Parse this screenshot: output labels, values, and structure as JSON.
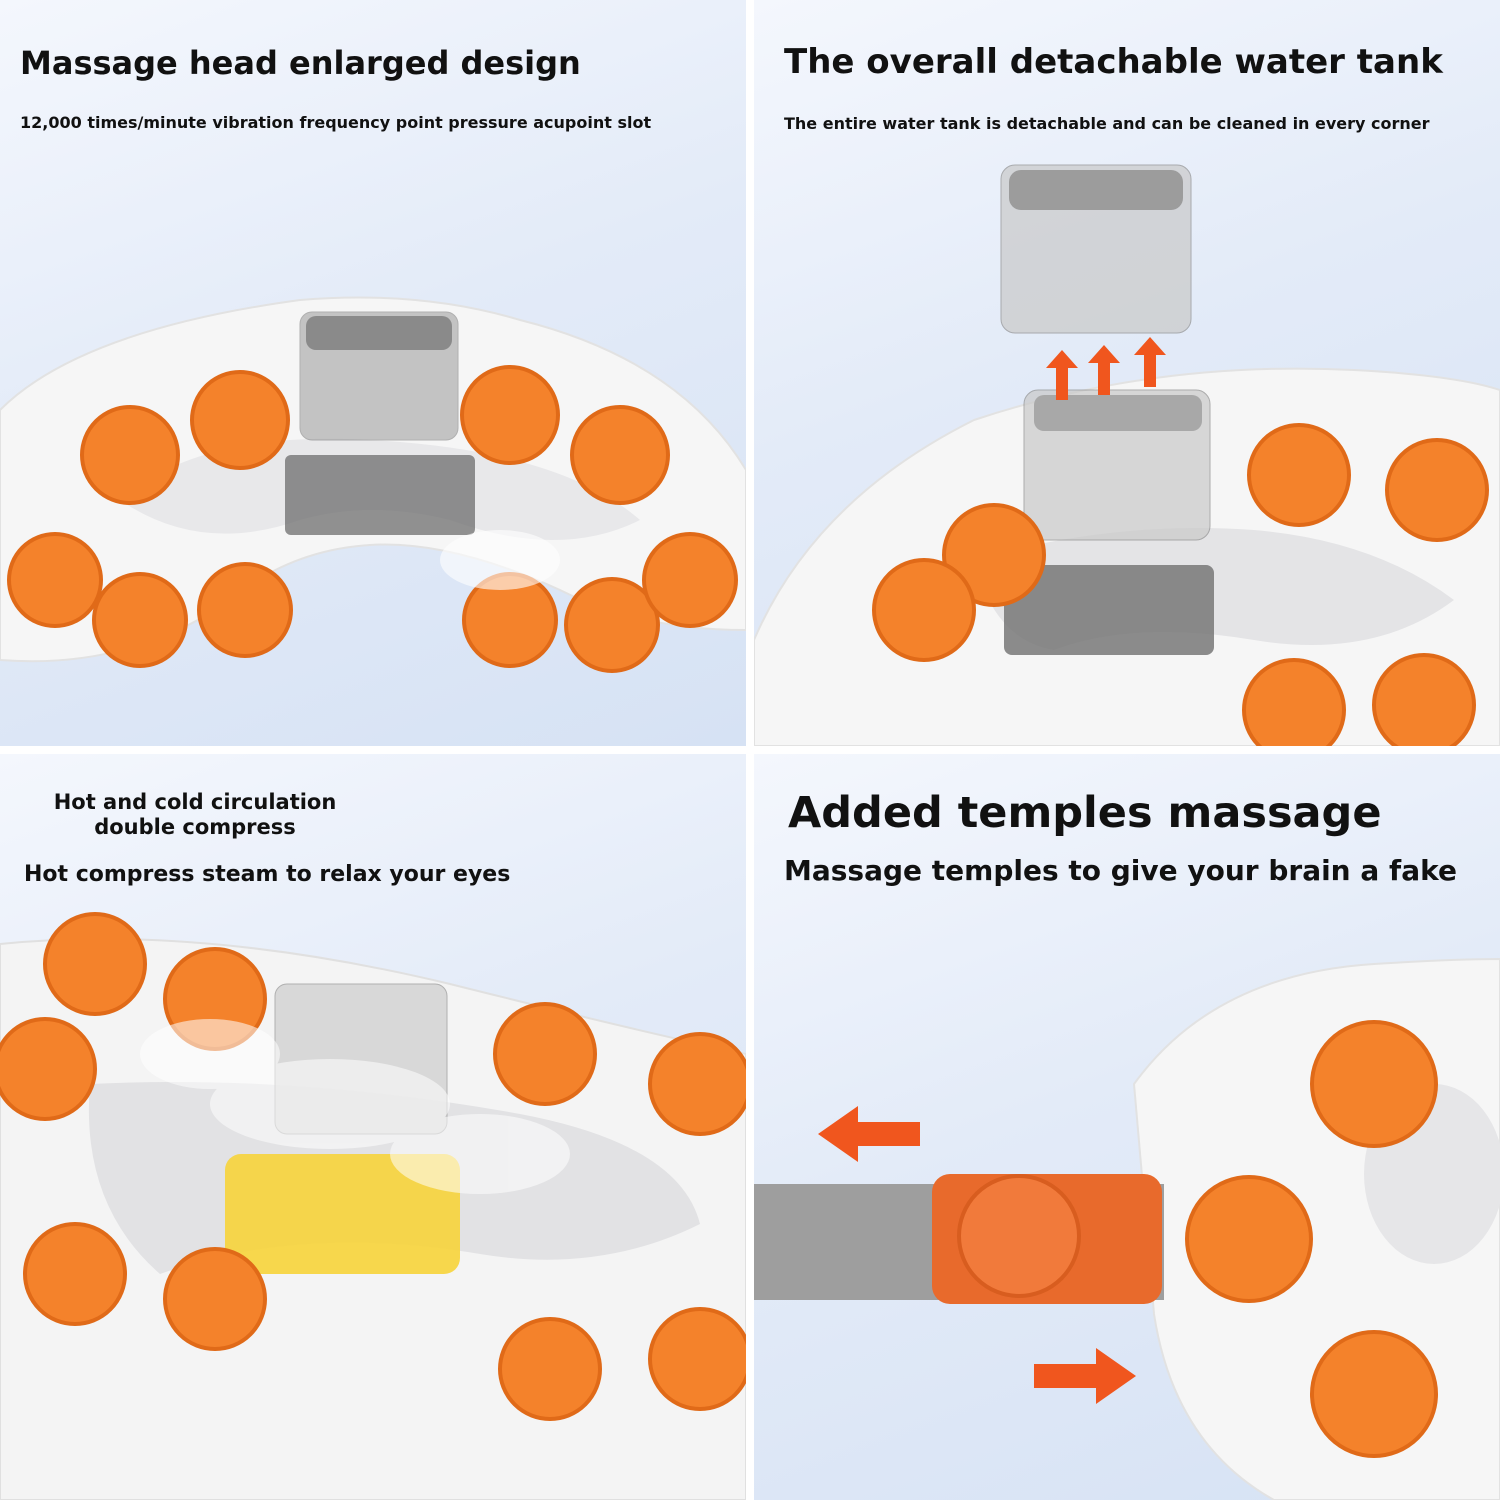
{
  "panels": {
    "p1": {
      "title": "Massage head enlarged design",
      "subtitle": "12,000 times/minute vibration frequency point pressure acupoint slot"
    },
    "p2": {
      "title": "The overall detachable water tank",
      "subtitle": "The entire water tank is detachable and can be cleaned in every corner"
    },
    "p3": {
      "title_line1": "Hot and cold circulation",
      "title_line2": "double compress",
      "subtitle": "Hot compress steam to relax your eyes"
    },
    "p4": {
      "title": "Added temples massage",
      "subtitle": "Massage temples to give your brain a fake"
    }
  },
  "colors": {
    "massage_head": "#f4822b",
    "massage_head_shade": "#e06a18",
    "arrow": "#f0561e",
    "mask_body": "#f6f6f6",
    "background": "#e3ebf8"
  },
  "icons": [
    "massage-head-icon",
    "water-tank-icon",
    "up-arrow-icon",
    "left-arrow-icon",
    "right-arrow-icon",
    "steam-icon"
  ]
}
